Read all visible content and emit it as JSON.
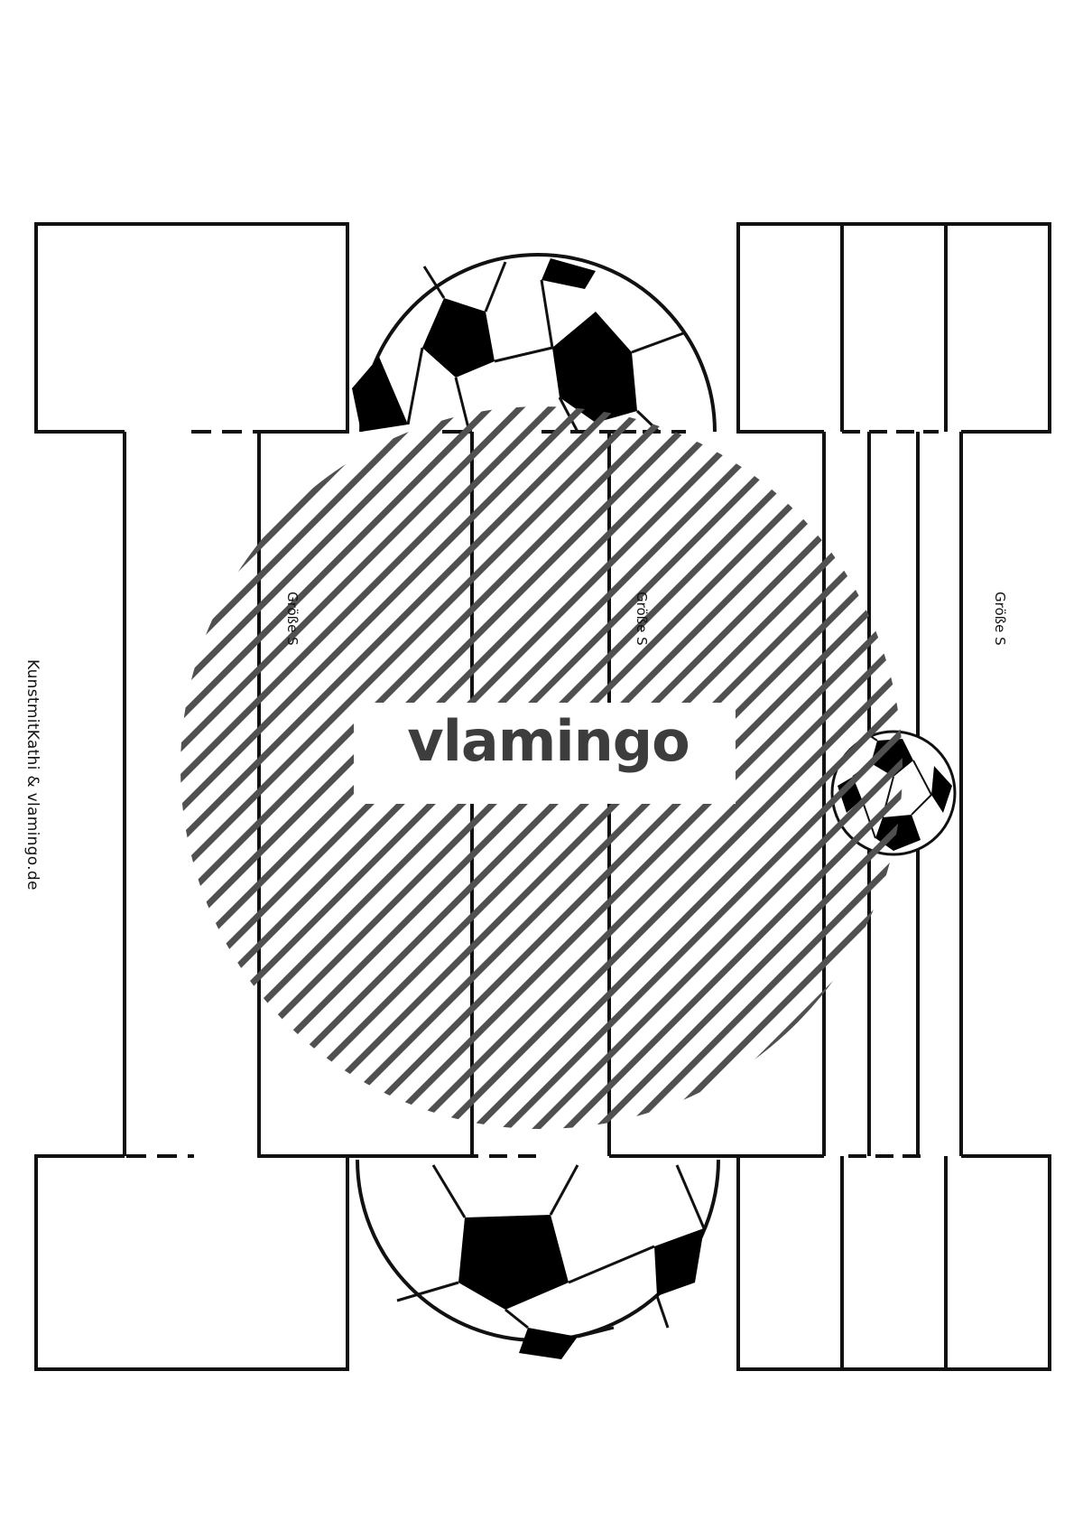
{
  "credit": "KunstmitKathi & vlamingo.de",
  "size_labels": [
    "Größe S",
    "Größe S",
    "Größe S"
  ],
  "watermark": {
    "logo": "vlamingo",
    "stripe_color": "#505050",
    "logo_color": "#3d3d3d"
  },
  "colors": {
    "line": "#111111",
    "ball_black": "#000000",
    "paper": "#ffffff"
  },
  "icons": [
    "soccer-ball-icon"
  ]
}
